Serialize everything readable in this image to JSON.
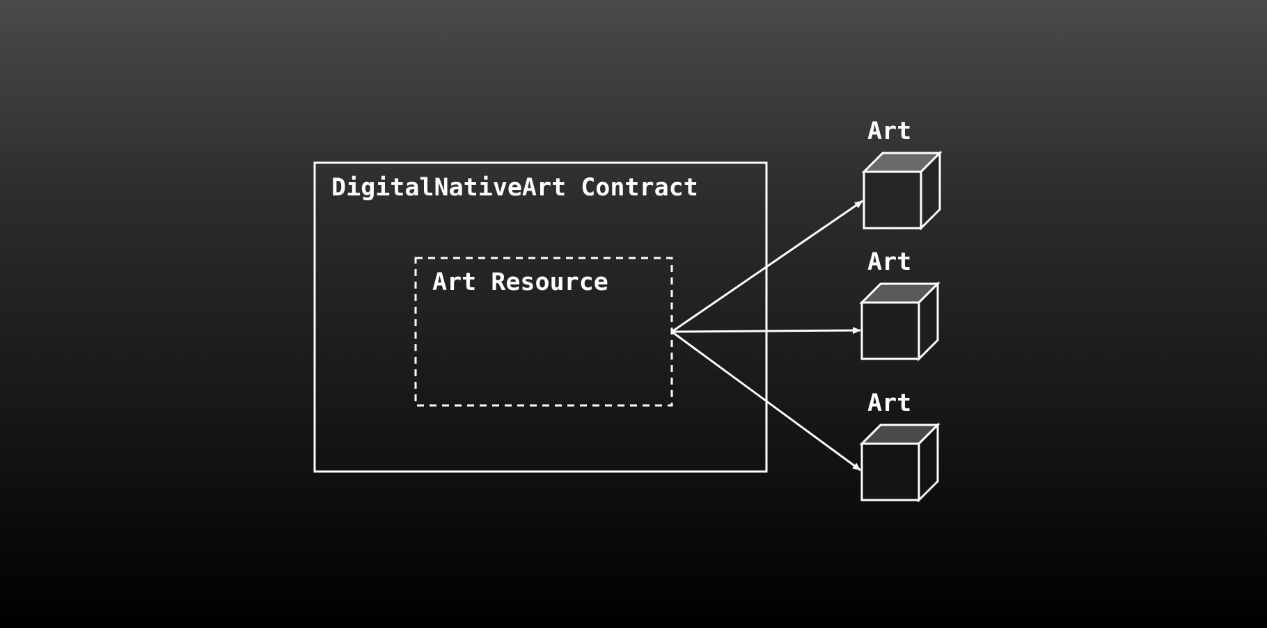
{
  "diagram": {
    "contract": {
      "label": "DigitalNativeArt Contract"
    },
    "resource": {
      "label": "Art Resource"
    },
    "arts": [
      {
        "label": "Art"
      },
      {
        "label": "Art"
      },
      {
        "label": "Art"
      }
    ]
  },
  "colors": {
    "stroke": "#ffffff",
    "text": "#ffffff",
    "background_top": "#4a4a4a",
    "background_bottom": "#000000",
    "cube_top_1": "#6a6a6a",
    "cube_top_2": "#5a5a5a",
    "cube_top_3": "#4a4a4a"
  }
}
